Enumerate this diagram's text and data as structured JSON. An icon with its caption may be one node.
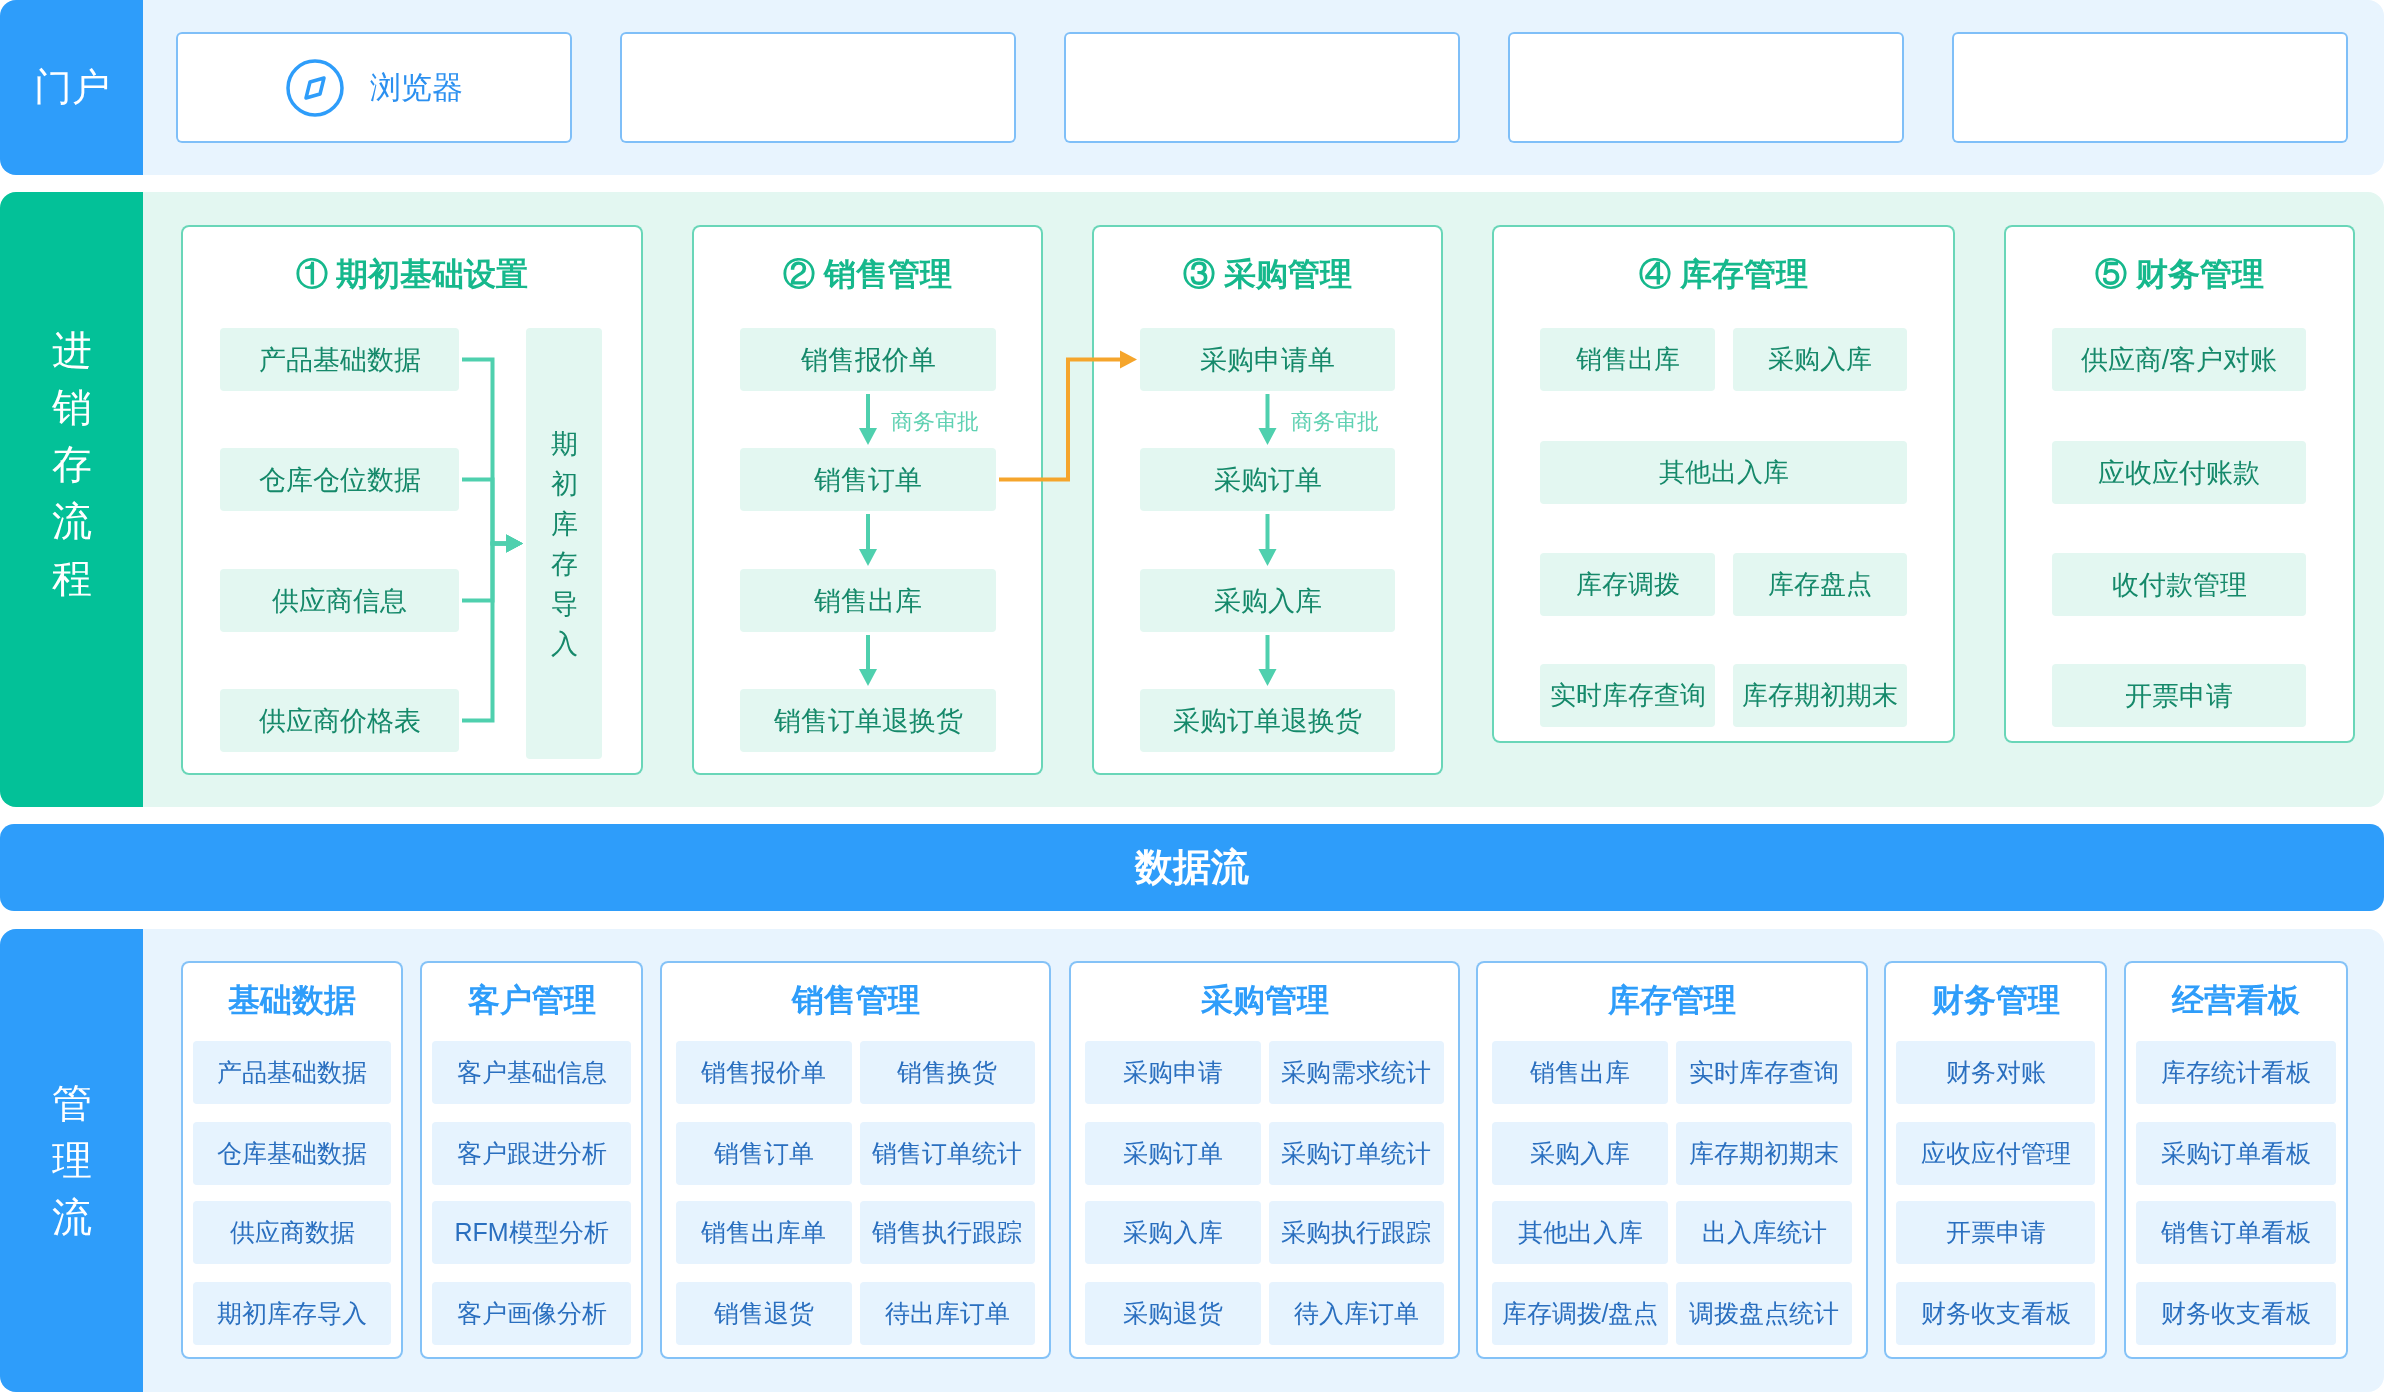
{
  "diagram": {
    "nodes": [
      {
        "text": [
          "门户"
        ]
      },
      {
        "text": [
          "浏览器"
        ],
        "in": 0
      },
      {
        "text": [],
        "shape": "box",
        "in": 0
      },
      {
        "text": [],
        "shape": "box",
        "in": 0
      },
      {
        "text": [],
        "shape": "box",
        "in": 0
      },
      {
        "text": [],
        "shape": "box",
        "in": 0
      },
      {
        "text": [
          "进销存流程"
        ]
      },
      {
        "text": [
          "① 期初基础设置"
        ],
        "in": 6
      },
      {
        "text": [
          "产品基础数据"
        ],
        "in": 7
      },
      {
        "text": [
          "仓库仓位数据"
        ],
        "in": 7
      },
      {
        "text": [
          "供应商信息"
        ],
        "in": 7
      },
      {
        "text": [
          "供应商价格表"
        ],
        "in": 7
      },
      {
        "text": [
          "期初库存导入"
        ],
        "in": 7
      },
      {
        "text": [
          "② 销售管理"
        ],
        "in": 6
      },
      {
        "text": [
          "销售报价单"
        ],
        "in": 13
      },
      {
        "text": [
          "销售订单"
        ],
        "in": 13
      },
      {
        "text": [
          "销售出库"
        ],
        "in": 13
      },
      {
        "text": [
          "销售订单退换货"
        ],
        "in": 13
      },
      {
        "text": [
          "③ 采购管理"
        ],
        "in": 6
      },
      {
        "text": [
          "采购申请单"
        ],
        "in": 18
      },
      {
        "text": [
          "采购订单"
        ],
        "in": 18
      },
      {
        "text": [
          "采购入库"
        ],
        "in": 18
      },
      {
        "text": [
          "采购订单退换货"
        ],
        "in": 18
      },
      {
        "text": [
          "④ 库存管理"
        ],
        "in": 6
      },
      {
        "text": [
          "销售出库"
        ],
        "in": 23
      },
      {
        "text": [
          "采购入库"
        ],
        "in": 23
      },
      {
        "text": [
          "其他出入库"
        ],
        "in": 23
      },
      {
        "text": [
          "库存调拨"
        ],
        "in": 23
      },
      {
        "text": [
          "库存盘点"
        ],
        "in": 23
      },
      {
        "text": [
          "实时库存查询"
        ],
        "in": 23
      },
      {
        "text": [
          "库存期初期末"
        ],
        "in": 23
      },
      {
        "text": [
          "⑤ 财务管理"
        ],
        "in": 6
      },
      {
        "text": [
          "供应商/客户对账"
        ],
        "in": 31
      },
      {
        "text": [
          "应收应付账款"
        ],
        "in": 31
      },
      {
        "text": [
          "收付款管理"
        ],
        "in": 31
      },
      {
        "text": [
          "开票申请"
        ],
        "in": 31
      },
      {
        "text": [
          "数据流"
        ]
      },
      {
        "text": [
          "管理流"
        ]
      },
      {
        "text": [
          "基础数据"
        ],
        "in": 37
      },
      {
        "text": [
          "产品基础数据"
        ],
        "in": 38
      },
      {
        "text": [
          "仓库基础数据"
        ],
        "in": 38
      },
      {
        "text": [
          "供应商数据"
        ],
        "in": 38
      },
      {
        "text": [
          "期初库存导入"
        ],
        "in": 38
      },
      {
        "text": [
          "客户管理"
        ],
        "in": 37
      },
      {
        "text": [
          "客户基础信息"
        ],
        "in": 43
      },
      {
        "text": [
          "客户跟进分析"
        ],
        "in": 43
      },
      {
        "text": [
          "RFM模型分析"
        ],
        "in": 43
      },
      {
        "text": [
          "客户画像分析"
        ],
        "in": 43
      },
      {
        "text": [
          "销售管理"
        ],
        "in": 37
      },
      {
        "text": [
          "销售报价单"
        ],
        "in": 48
      },
      {
        "text": [
          "销售换货"
        ],
        "in": 48
      },
      {
        "text": [
          "销售订单"
        ],
        "in": 48
      },
      {
        "text": [
          "销售订单统计"
        ],
        "in": 48
      },
      {
        "text": [
          "销售出库单"
        ],
        "in": 48
      },
      {
        "text": [
          "销售执行跟踪"
        ],
        "in": 48
      },
      {
        "text": [
          "销售退货"
        ],
        "in": 48
      },
      {
        "text": [
          "待出库订单"
        ],
        "in": 48
      },
      {
        "text": [
          "采购管理"
        ],
        "in": 37
      },
      {
        "text": [
          "采购申请"
        ],
        "in": 57
      },
      {
        "text": [
          "采购需求统计"
        ],
        "in": 57
      },
      {
        "text": [
          "采购订单"
        ],
        "in": 57
      },
      {
        "text": [
          "采购订单统计"
        ],
        "in": 57
      },
      {
        "text": [
          "采购入库"
        ],
        "in": 57
      },
      {
        "text": [
          "采购执行跟踪"
        ],
        "in": 57
      },
      {
        "text": [
          "采购退货"
        ],
        "in": 57
      },
      {
        "text": [
          "待入库订单"
        ],
        "in": 57
      },
      {
        "text": [
          "库存管理"
        ],
        "in": 37
      },
      {
        "text": [
          "销售出库"
        ],
        "in": 66
      },
      {
        "text": [
          "实时库存查询"
        ],
        "in": 66
      },
      {
        "text": [
          "采购入库"
        ],
        "in": 66
      },
      {
        "text": [
          "库存期初期末"
        ],
        "in": 66
      },
      {
        "text": [
          "其他出入库"
        ],
        "in": 66
      },
      {
        "text": [
          "出入库统计"
        ],
        "in": 66
      },
      {
        "text": [
          "库存调拨/盘点"
        ],
        "in": 66
      },
      {
        "text": [
          "调拨盘点统计"
        ],
        "in": 66
      },
      {
        "text": [
          "财务管理"
        ],
        "in": 37
      },
      {
        "text": [
          "财务对账"
        ],
        "in": 75
      },
      {
        "text": [
          "应收应付管理"
        ],
        "in": 75
      },
      {
        "text": [
          "开票申请"
        ],
        "in": 75
      },
      {
        "text": [
          "财务收支看板"
        ],
        "in": 75
      },
      {
        "text": [
          "经营看板"
        ],
        "in": 37
      },
      {
        "text": [
          "库存统计看板"
        ],
        "in": 80
      },
      {
        "text": [
          "采购订单看板"
        ],
        "in": 80
      },
      {
        "text": [
          "销售订单看板"
        ],
        "in": 80
      },
      {
        "text": [
          "财务收支看板"
        ],
        "in": 80
      }
    ],
    "edges": [
      {
        "from": 8,
        "to": 12,
        "arrow": "to"
      },
      {
        "from": 9,
        "to": 12,
        "arrow": "to"
      },
      {
        "from": 10,
        "to": 12,
        "arrow": "to"
      },
      {
        "from": 11,
        "to": 12,
        "arrow": "to"
      },
      {
        "from": 14,
        "to": 15,
        "arrow": "to",
        "label": "商务审批"
      },
      {
        "from": 15,
        "to": 16,
        "arrow": "to"
      },
      {
        "from": 16,
        "to": 17,
        "arrow": "to"
      },
      {
        "from": 19,
        "to": 20,
        "arrow": "to",
        "label": "商务审批"
      },
      {
        "from": 20,
        "to": 21,
        "arrow": "to"
      },
      {
        "from": 21,
        "to": 22,
        "arrow": "to"
      },
      {
        "from": 15,
        "to": 19,
        "arrow": "to",
        "color": "#f5a52c"
      }
    ]
  }
}
